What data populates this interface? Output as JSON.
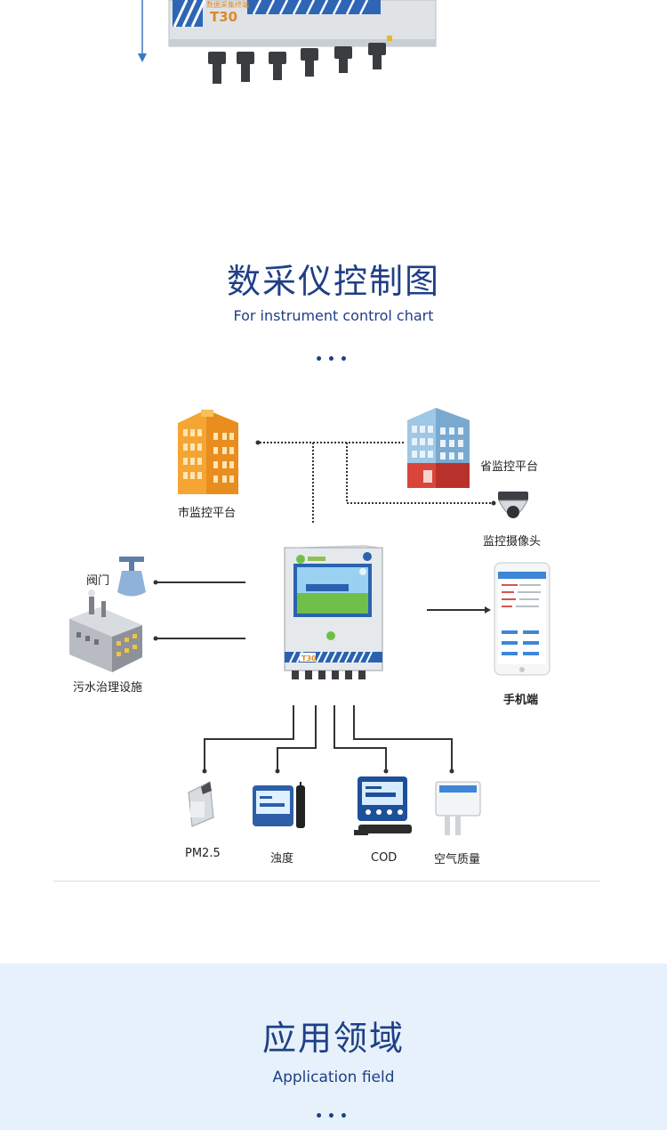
{
  "device": {
    "header_text": "数据采集终端",
    "model": "T30"
  },
  "control_section": {
    "title_cn": "数采仪控制图",
    "title_en": "For instrument control chart",
    "dots": "•••"
  },
  "diagram": {
    "nodes": {
      "city_platform": "市监控平台",
      "province_platform": "省监控平台",
      "camera": "监控摄像头",
      "valve": "阀门",
      "sewage": "污水治理设施",
      "mobile": "手机端",
      "pm25": "PM2.5",
      "turbidity": "浊度",
      "cod": "COD",
      "air_quality": "空气质量"
    },
    "device_model": "T30"
  },
  "application_section": {
    "title_cn": "应用领域",
    "title_en": "Application field",
    "dots": "•••"
  }
}
